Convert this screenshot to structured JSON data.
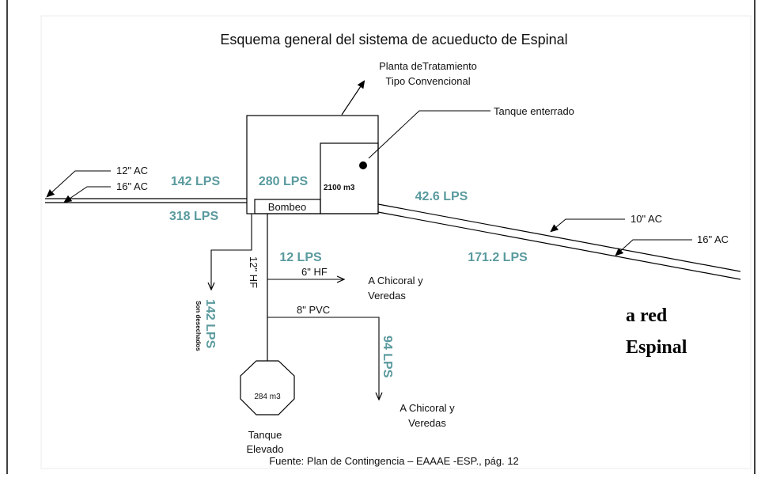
{
  "title": "Esquema general del sistema de acueducto de Espinal",
  "plant_label_1": "Planta deTratamiento",
  "plant_label_2": "Tipo Convencional",
  "tank_buried_label": "Tanque enterrado",
  "tank_buried_volume": "2100 m3",
  "pump_label": "Bombeo",
  "flow_280": "280 LPS",
  "flow_142_in": "142 LPS",
  "flow_318": "318 LPS",
  "pipe_12_ac": "12\"  AC",
  "pipe_16_ac_left": "16\"  AC",
  "flow_42_6": "42.6 LPS",
  "flow_171_2": "171.2 LPS",
  "pipe_10_ac": "10\"  AC",
  "pipe_16_ac_right": "16\"  AC",
  "flow_12": "12 LPS",
  "pipe_6_hf": "6\"  HF",
  "pipe_12_hf": "12\"  HF",
  "chicoral_1_line1": "A Chicoral y",
  "chicoral_1_line2": "Veredas",
  "pipe_8_pvc": "8\"  PVC",
  "flow_94": "94 LPS",
  "chicoral_2_line1": "A Chicoral y",
  "chicoral_2_line2": "Veredas",
  "flow_142_waste": "142 LPS",
  "waste_label": "Son desechados",
  "tank_elevated_volume": "284 m3",
  "tank_elevated_label_1": "Tanque",
  "tank_elevated_label_2": "Elevado",
  "red_label_1": "a red",
  "red_label_2": "Espinal",
  "source": "Fuente:  Plan de Contingencia – EAAAE -ESP., pág. 12"
}
